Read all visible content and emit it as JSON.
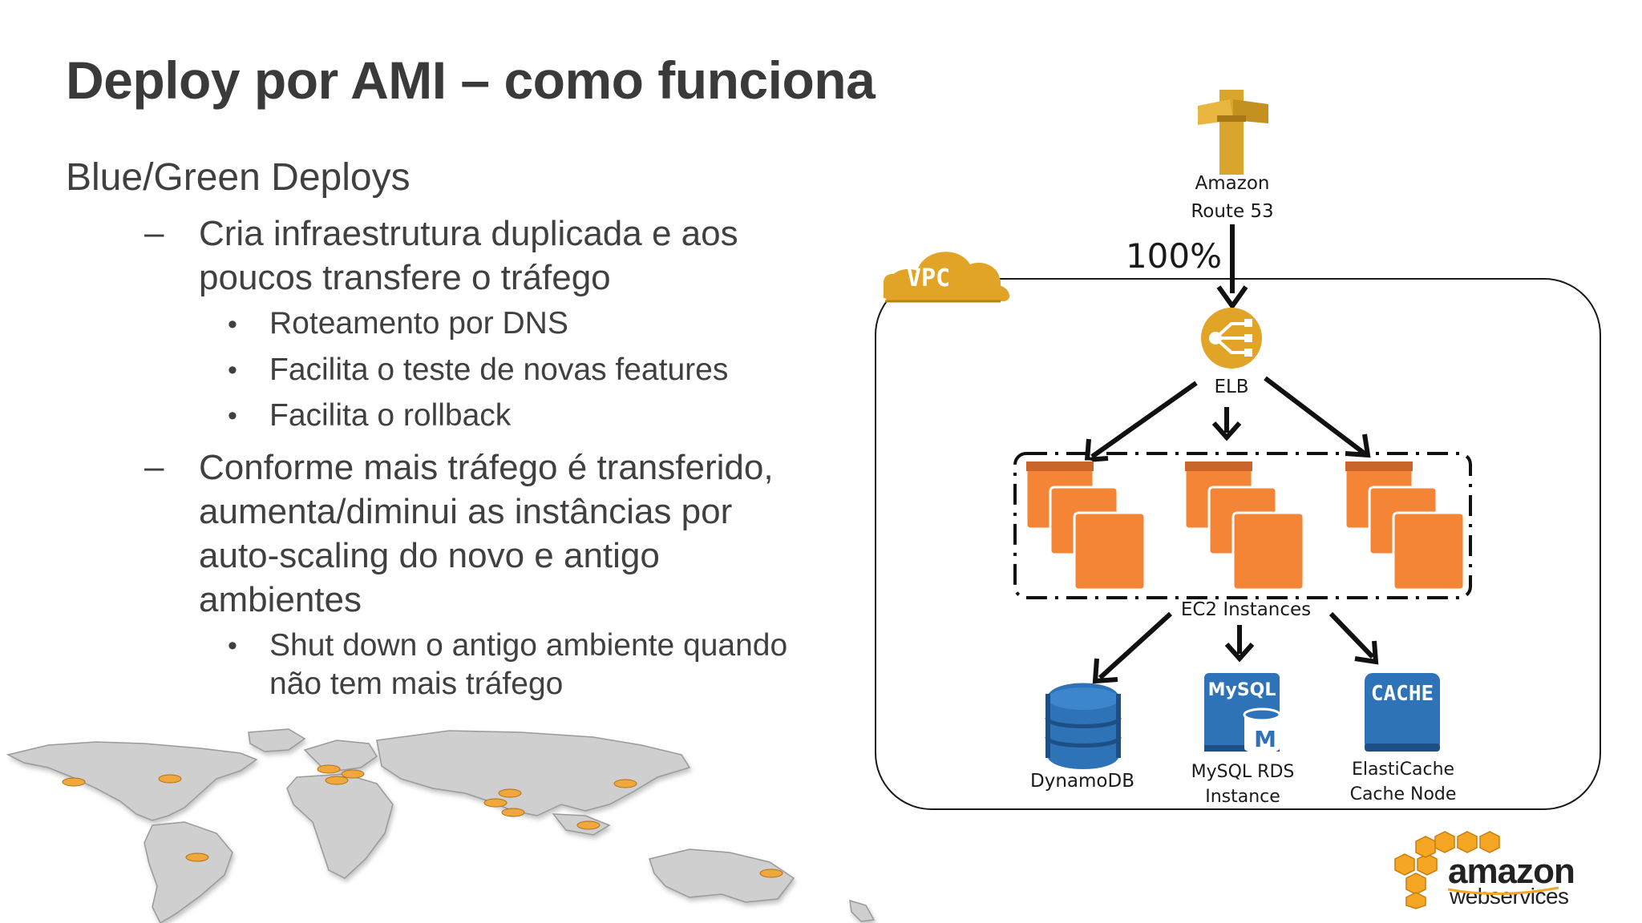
{
  "slide": {
    "title": "Deploy por AMI – como funciona",
    "subtitle": "Blue/Green Deploys",
    "dash_symbol": "–",
    "bullet_symbol": "•",
    "points": [
      {
        "lines": [
          "Cria infraestrutura duplicada e aos",
          "poucos transfere o tráfego"
        ],
        "subpoints": [
          {
            "lines": [
              "Roteamento por DNS"
            ]
          },
          {
            "lines": [
              "Facilita o teste de novas features"
            ]
          },
          {
            "lines": [
              "Facilita o rollback"
            ]
          }
        ]
      },
      {
        "lines": [
          "Conforme mais tráfego é transferido,",
          "aumenta/diminui as instâncias por",
          "auto-scaling do novo e antigo",
          "ambientes"
        ],
        "subpoints": [
          {
            "lines": [
              "Shut down o antigo ambiente quando",
              "não tem mais tráfego"
            ]
          }
        ]
      }
    ]
  },
  "diagram": {
    "route53": {
      "line1": "Amazon",
      "line2": "Route 53"
    },
    "traffic_percent": "100%",
    "vpc_badge": "VPC",
    "elb_label": "ELB",
    "ec2_label": "EC2 Instances",
    "dynamodb_label": "DynamoDB",
    "mysql_icon_text": "MySQL",
    "mysql_icon_letter": "M",
    "mysql_label": {
      "line1": "MySQL RDS",
      "line2": "Instance"
    },
    "cache_icon_text": "CACHE",
    "cache_label": {
      "line1": "ElastiCache",
      "line2": "Cache Node"
    }
  },
  "logo": {
    "word1": "amazon",
    "word2": "webservices"
  },
  "colors": {
    "aws_orange": "#F58536",
    "aws_gold": "#E1A427",
    "db_blue": "#2E73B8",
    "map_gray": "#c9c9c9",
    "dark_text": "#3a3a3a"
  }
}
